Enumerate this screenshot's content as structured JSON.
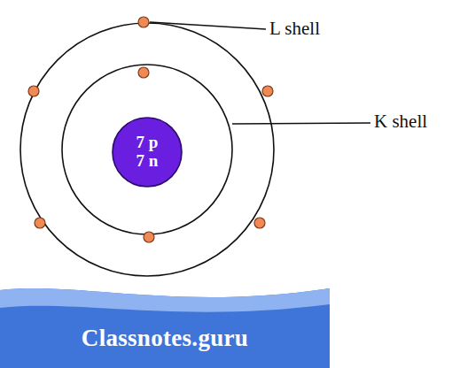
{
  "diagram": {
    "nodes": [
      {
        "text": [
          "7 p",
          "7 n"
        ]
      },
      {
        "text": [
          "Classnotes.guru"
        ]
      }
    ],
    "labels": [
      "L shell",
      "K shell"
    ]
  }
}
